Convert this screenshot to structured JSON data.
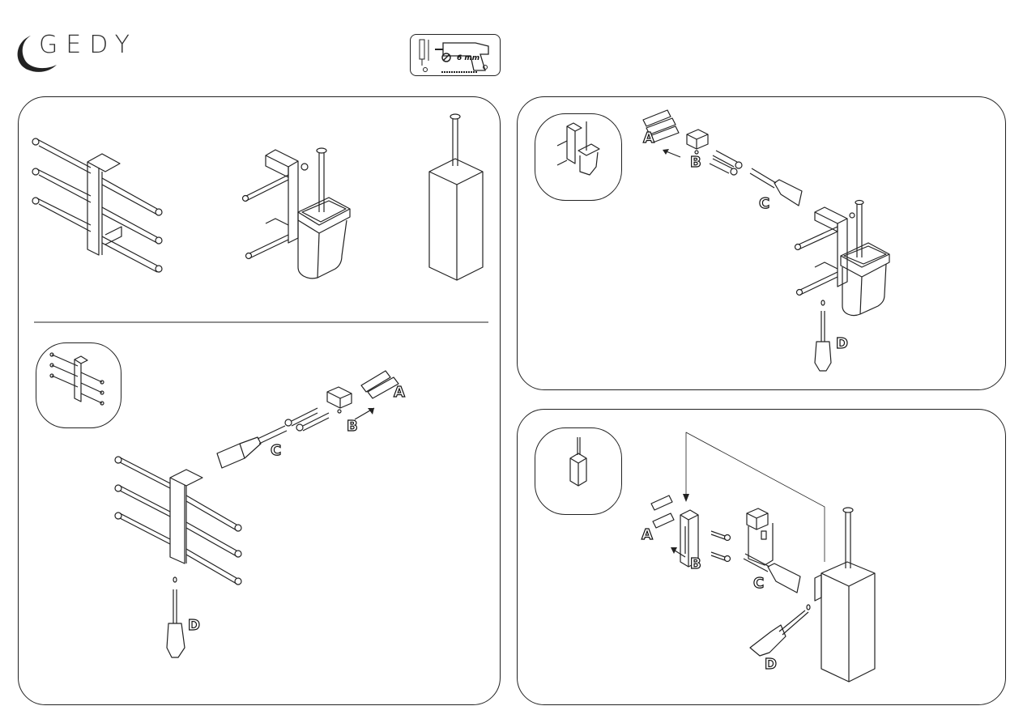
{
  "brand": {
    "name": "GEDY"
  },
  "tools_box": {
    "drill_size": "6 mm"
  },
  "step_labels": {
    "rack_A": "A",
    "rack_B": "B",
    "rack_C": "C",
    "rack_D": "D",
    "holder_A": "A",
    "holder_B": "B",
    "holder_C": "C",
    "holder_D": "D",
    "brush_A": "A",
    "brush_B": "B",
    "brush_C": "C",
    "brush_D": "D"
  },
  "colors": {
    "line": "#222222",
    "background": "#ffffff",
    "glass": "#f4f4f4"
  }
}
